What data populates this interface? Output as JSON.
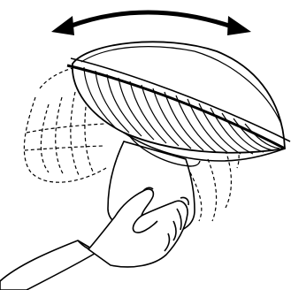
{
  "illustration": {
    "subject": "hand-tilting-fan-head",
    "elements": [
      "swing-direction-arrow-icon",
      "fan-head",
      "fan-head-motion-ghost",
      "fan-neck",
      "hand"
    ]
  },
  "colors": {
    "line": "#000000",
    "background": "#ffffff"
  }
}
